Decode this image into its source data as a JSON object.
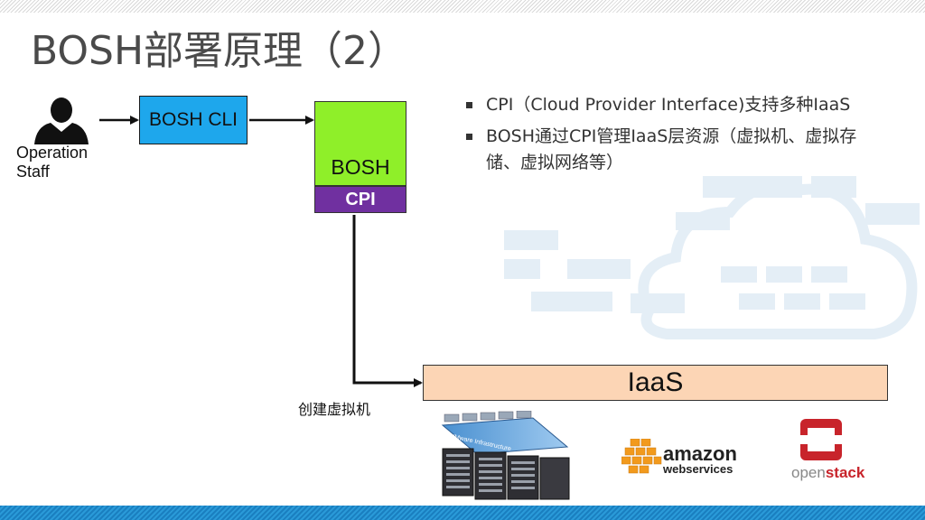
{
  "slide": {
    "title": "BOSH部署原理（2）",
    "colors": {
      "cli": "#1ea7ec",
      "bosh": "#8fef29",
      "cpi": "#7030a0",
      "iaas": "#fcd5b5",
      "band": "#1a7fc0"
    }
  },
  "diagram": {
    "operator_label_1": "Operation",
    "operator_label_2": "Staff",
    "cli_label": "BOSH CLI",
    "bosh_label": "BOSH",
    "cpi_label": "CPI",
    "iaas_label": "IaaS",
    "edge_label": "创建虚拟机",
    "icons": [
      "person-icon",
      "vmware-logo",
      "aws-logo",
      "openstack-logo",
      "cloud-background"
    ]
  },
  "bullets": [
    "CPI（Cloud Provider Interface)支持多种IaaS",
    "BOSH通过CPI管理IaaS层资源（虚拟机、虚拟存储、虚拟网络等）"
  ],
  "logos": {
    "vmware_text": "VMware Infrastructure",
    "aws_line1": "amazon",
    "aws_line2": "webservices",
    "openstack_part1": "open",
    "openstack_part2": "stack"
  }
}
